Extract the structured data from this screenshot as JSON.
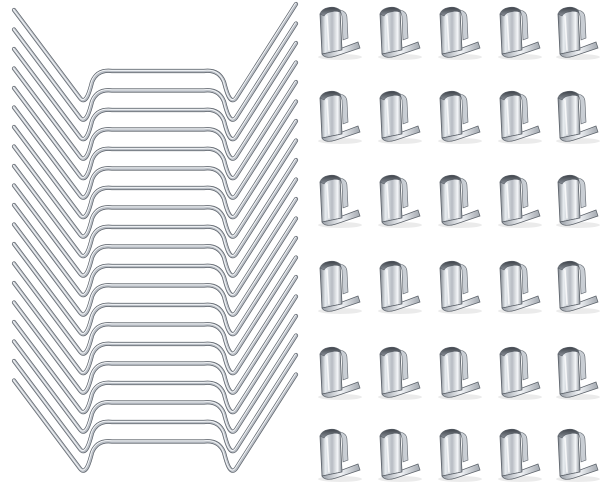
{
  "image": {
    "subject": "product photo",
    "background_color": "#ffffff",
    "wire_clip_count": 20,
    "clip_rows": 6,
    "clip_columns": 5,
    "metal_colors": {
      "highlight": "#f4f6f8",
      "mid": "#b9bec5",
      "shadow": "#6e747c",
      "outline": "#5a6068"
    }
  }
}
